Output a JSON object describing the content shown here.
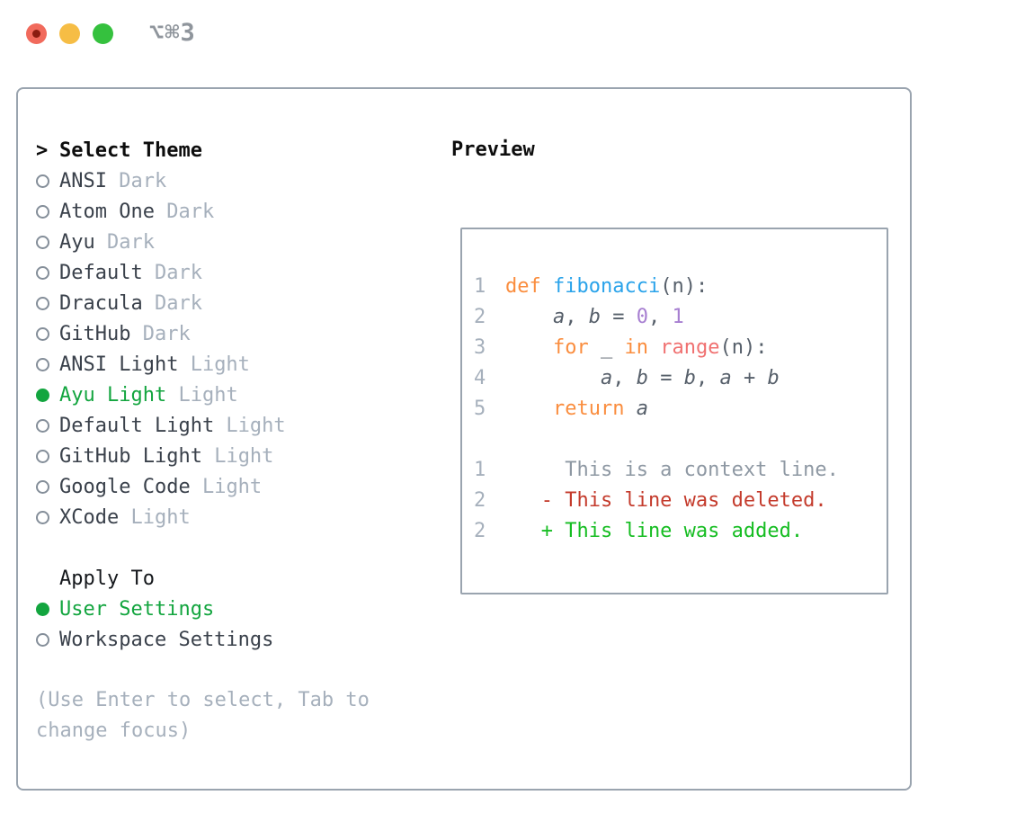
{
  "window": {
    "shortcut_label": "⌥⌘3",
    "traffic_lights": [
      "close",
      "minimize",
      "maximize"
    ]
  },
  "panel": {
    "theme_section": {
      "prompt": ">",
      "title": "Select Theme",
      "items": [
        {
          "name": "ANSI",
          "variant": "Dark",
          "selected": false
        },
        {
          "name": "Atom One",
          "variant": "Dark",
          "selected": false
        },
        {
          "name": "Ayu",
          "variant": "Dark",
          "selected": false
        },
        {
          "name": "Default",
          "variant": "Dark",
          "selected": false
        },
        {
          "name": "Dracula",
          "variant": "Dark",
          "selected": false
        },
        {
          "name": "GitHub",
          "variant": "Dark",
          "selected": false
        },
        {
          "name": "ANSI Light",
          "variant": "Light",
          "selected": false
        },
        {
          "name": "Ayu Light",
          "variant": "Light",
          "selected": true
        },
        {
          "name": "Default Light",
          "variant": "Light",
          "selected": false
        },
        {
          "name": "GitHub Light",
          "variant": "Light",
          "selected": false
        },
        {
          "name": "Google Code",
          "variant": "Light",
          "selected": false
        },
        {
          "name": "XCode",
          "variant": "Light",
          "selected": false
        }
      ]
    },
    "apply_section": {
      "title": "Apply To",
      "items": [
        {
          "label": "User Settings",
          "selected": true
        },
        {
          "label": "Workspace Settings",
          "selected": false
        }
      ]
    },
    "help_text": "(Use Enter to select, Tab to change focus)",
    "preview": {
      "title": "Preview",
      "code_lines": [
        {
          "number": "1",
          "tokens": [
            {
              "t": "def",
              "c": "kw"
            },
            {
              "t": " ",
              "c": "plain"
            },
            {
              "t": "fibonacci",
              "c": "fn"
            },
            {
              "t": "(n):",
              "c": "plain"
            }
          ]
        },
        {
          "number": "2",
          "tokens": [
            {
              "t": "    ",
              "c": "plain"
            },
            {
              "t": "a",
              "c": "var"
            },
            {
              "t": ", ",
              "c": "plain"
            },
            {
              "t": "b",
              "c": "var"
            },
            {
              "t": " = ",
              "c": "plain"
            },
            {
              "t": "0",
              "c": "num"
            },
            {
              "t": ", ",
              "c": "plain"
            },
            {
              "t": "1",
              "c": "num"
            }
          ]
        },
        {
          "number": "3",
          "tokens": [
            {
              "t": "    ",
              "c": "plain"
            },
            {
              "t": "for",
              "c": "kw"
            },
            {
              "t": " _ ",
              "c": "plain"
            },
            {
              "t": "in",
              "c": "kw"
            },
            {
              "t": " ",
              "c": "plain"
            },
            {
              "t": "range",
              "c": "call"
            },
            {
              "t": "(n):",
              "c": "plain"
            }
          ]
        },
        {
          "number": "4",
          "tokens": [
            {
              "t": "        ",
              "c": "plain"
            },
            {
              "t": "a",
              "c": "var"
            },
            {
              "t": ", ",
              "c": "plain"
            },
            {
              "t": "b",
              "c": "var"
            },
            {
              "t": " = ",
              "c": "plain"
            },
            {
              "t": "b",
              "c": "var"
            },
            {
              "t": ", ",
              "c": "plain"
            },
            {
              "t": "a",
              "c": "var"
            },
            {
              "t": " + ",
              "c": "plain"
            },
            {
              "t": "b",
              "c": "var"
            }
          ]
        },
        {
          "number": "5",
          "tokens": [
            {
              "t": "    ",
              "c": "plain"
            },
            {
              "t": "return",
              "c": "kw"
            },
            {
              "t": " ",
              "c": "plain"
            },
            {
              "t": "a",
              "c": "var"
            }
          ]
        }
      ],
      "diff_lines": [
        {
          "number": "1",
          "text": "     This is a context line.",
          "type": "context"
        },
        {
          "number": "2",
          "text": "   - This line was deleted.",
          "type": "deleted"
        },
        {
          "number": "2",
          "text": "   + This line was added.",
          "type": "added"
        }
      ]
    }
  },
  "colors": {
    "accent_green": "#13a53f",
    "diff_added": "#16bd22",
    "diff_deleted": "#c43b2c",
    "muted_gray": "#a6b0bc",
    "text_dark": "#3a414b",
    "code_text": "#565f6a",
    "context_gray": "#8e98a3",
    "keyword_orange": "#fa8d3e",
    "function_blue": "#2aa3ea",
    "number_purple": "#a77fd1",
    "builtin_coral": "#f07171",
    "panel_border": "#9aa4af",
    "traffic_red": "#f16a5c",
    "traffic_yellow": "#f6bd45",
    "traffic_green": "#35c13e"
  }
}
